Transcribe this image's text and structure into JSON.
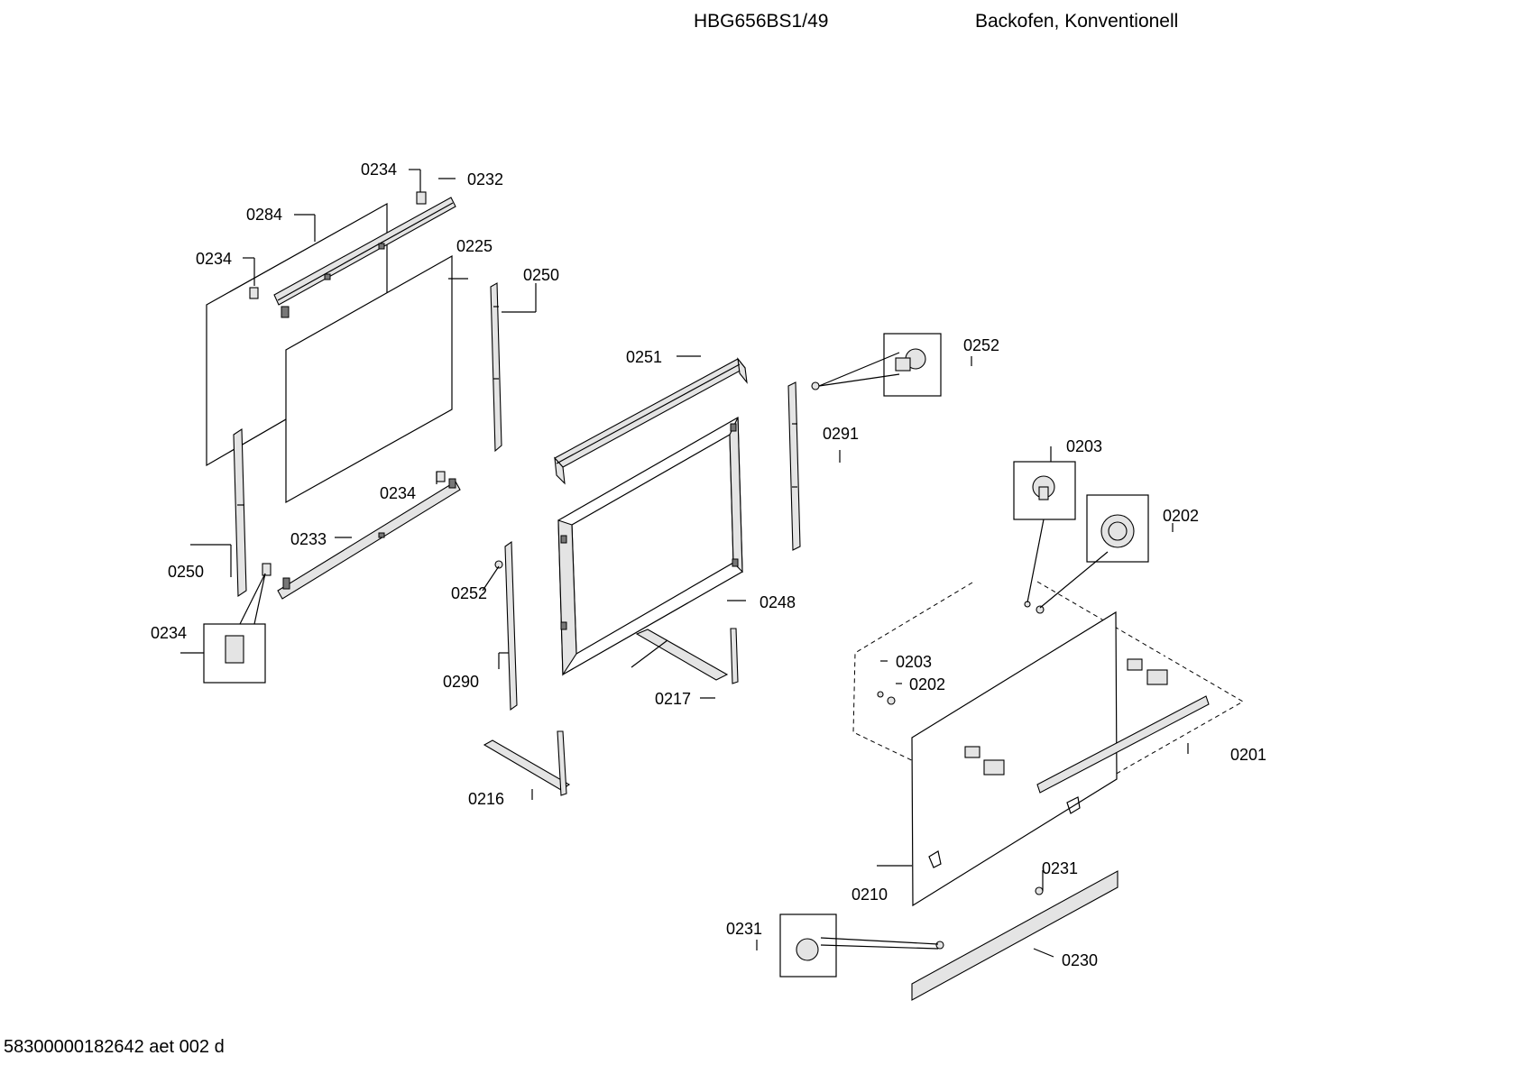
{
  "header": {
    "model": "HBG656BS1/49",
    "description": "Backofen, Konventionell"
  },
  "footer": {
    "doc_id": "58300000182642 aet 002 d"
  },
  "callouts": {
    "c0234_top": "0234",
    "c0232": "0232",
    "c0284": "0284",
    "c0234_left": "0234",
    "c0225": "0225",
    "c0250_right": "0250",
    "c0251": "0251",
    "c0252_top": "0252",
    "c0291": "0291",
    "c0203_top": "0203",
    "c0202_top": "0202",
    "c0234_mid": "0234",
    "c0233": "0233",
    "c0250_left": "0250",
    "c0234_box": "0234",
    "c0252_mid": "0252",
    "c0248": "0248",
    "c0290": "0290",
    "c0217": "0217",
    "c0203_low": "0203",
    "c0202_low": "0202",
    "c0201": "0201",
    "c0216": "0216",
    "c0231_right": "0231",
    "c0210": "0210",
    "c0231_left": "0231",
    "c0230": "0230"
  }
}
